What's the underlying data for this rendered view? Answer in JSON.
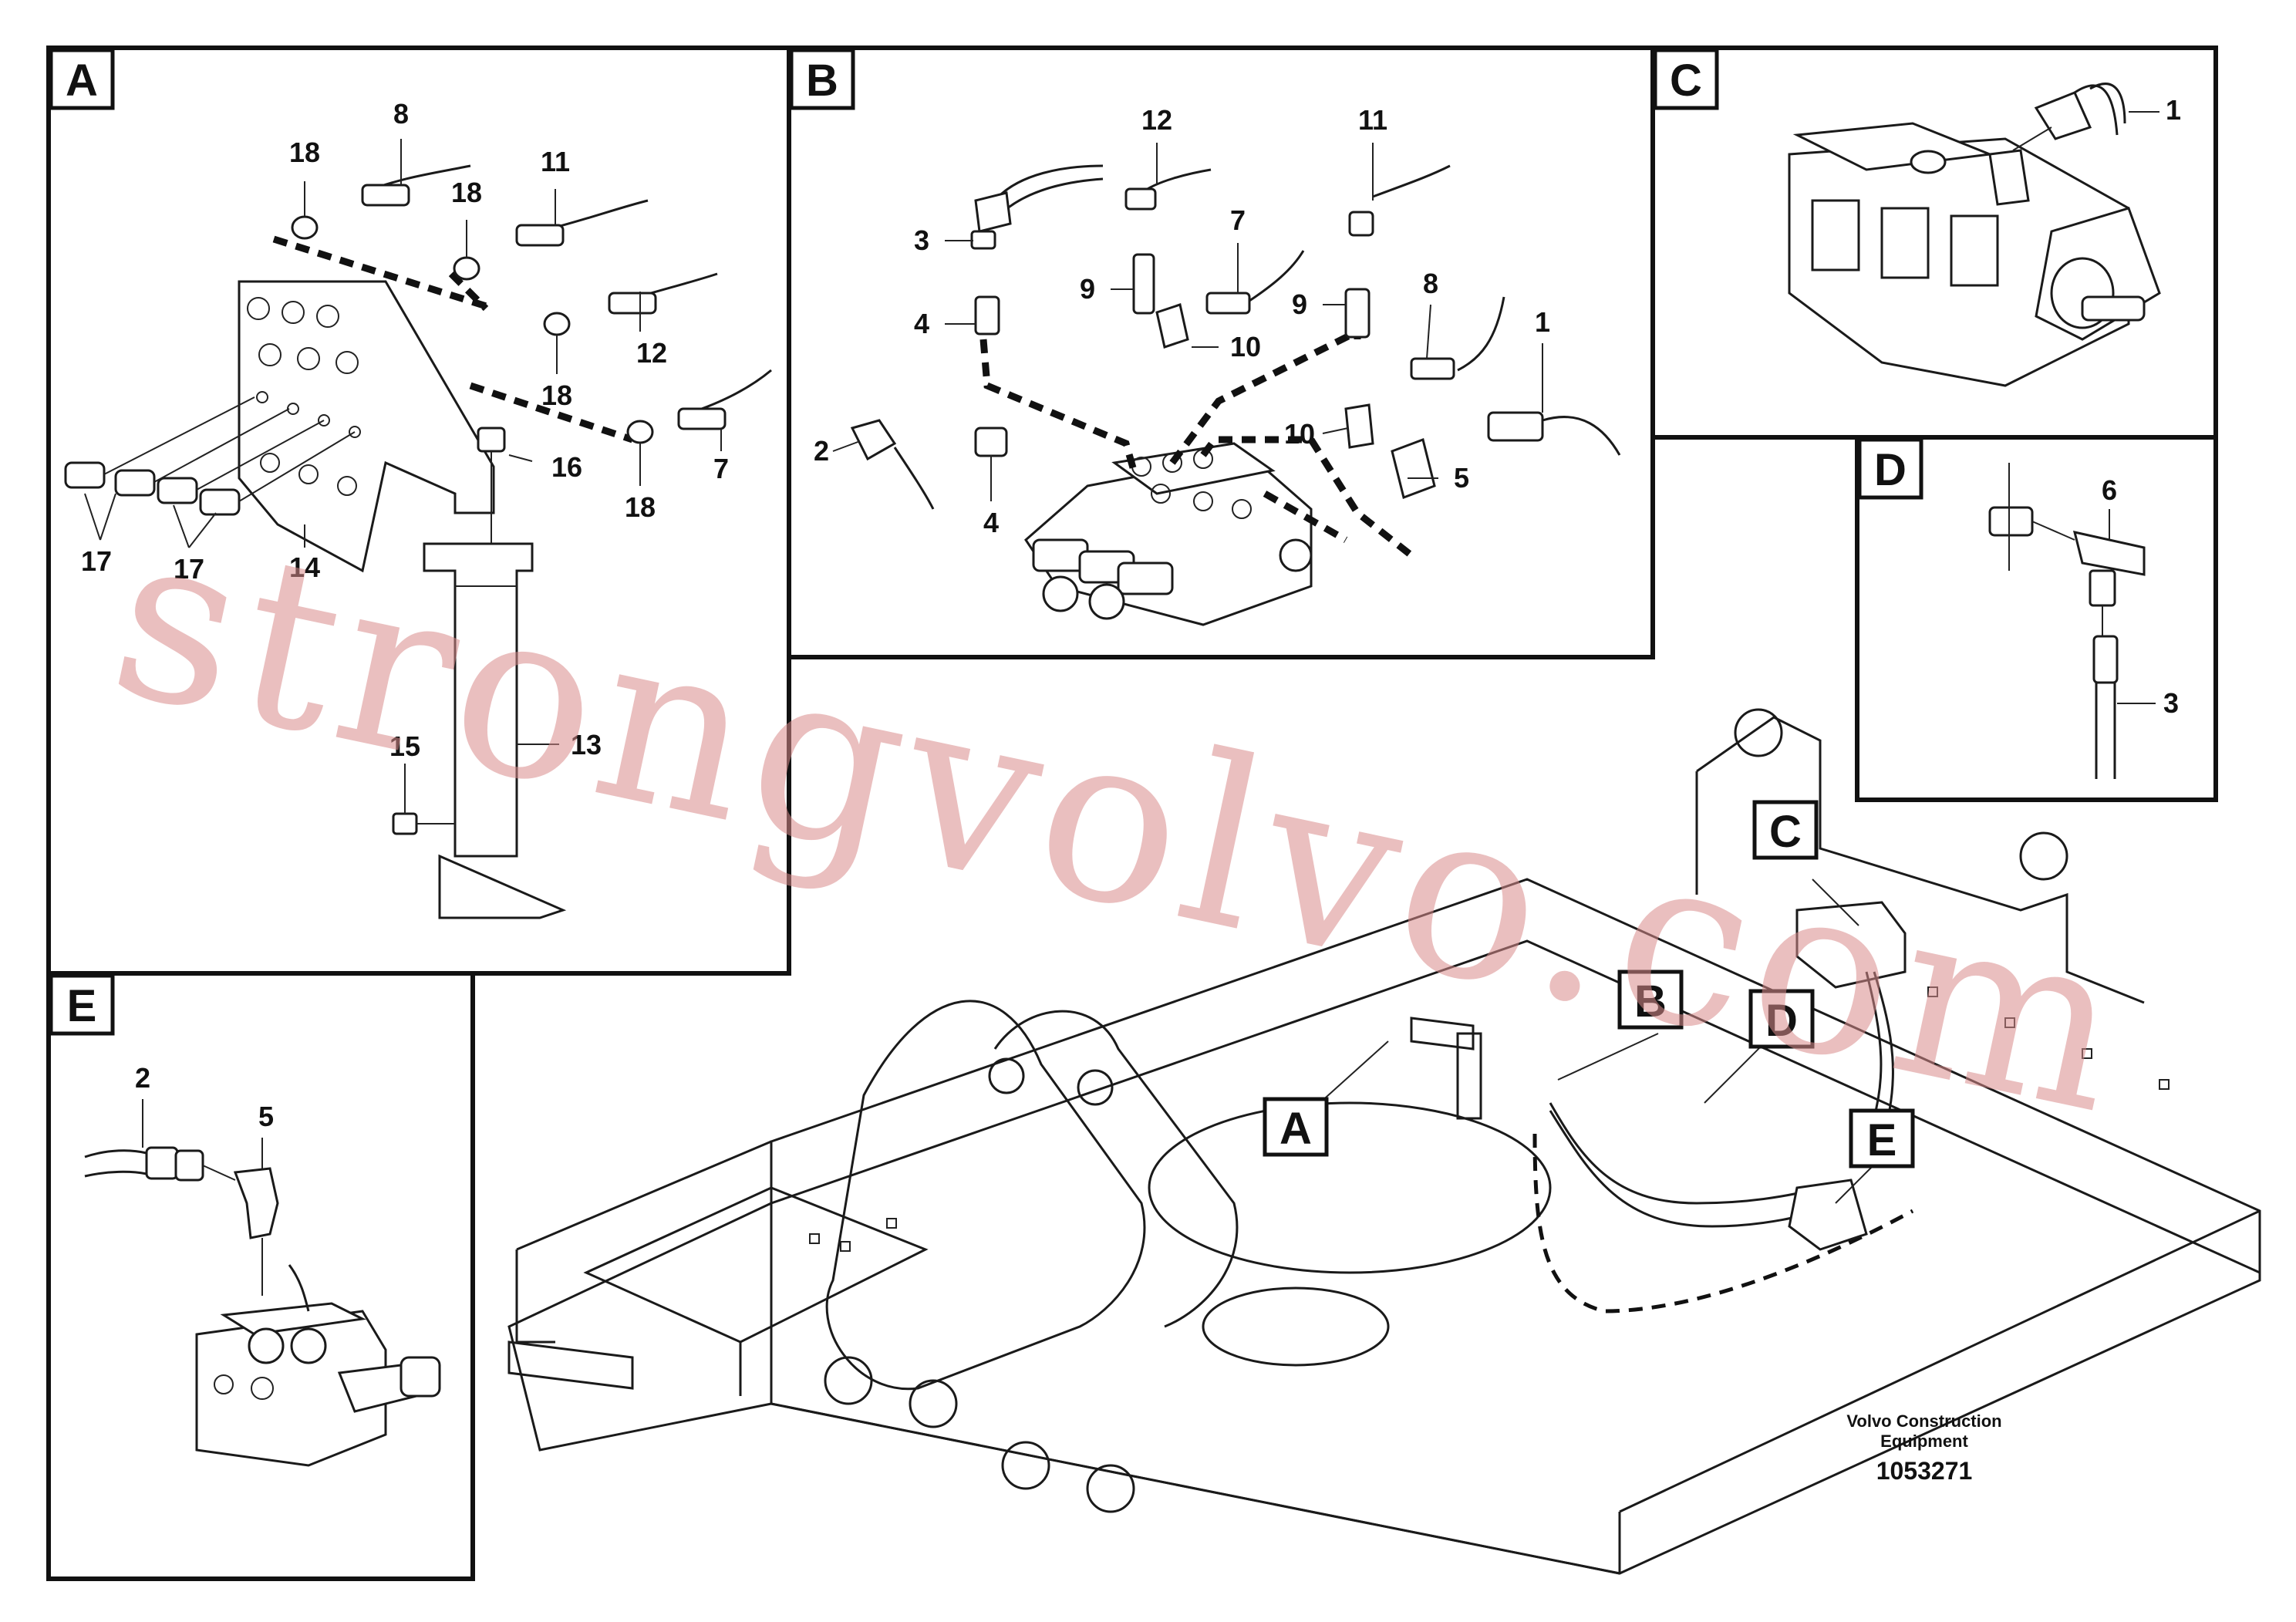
{
  "panels": {
    "A": {
      "letter": "A",
      "callouts": [
        "18",
        "8",
        "18",
        "11",
        "12",
        "18",
        "16",
        "18",
        "7",
        "17",
        "17",
        "14",
        "13",
        "15"
      ]
    },
    "B": {
      "letter": "B",
      "callouts": [
        "12",
        "11",
        "3",
        "7",
        "9",
        "9",
        "4",
        "8",
        "1",
        "10",
        "2",
        "10",
        "5",
        "4"
      ]
    },
    "C": {
      "letter": "C",
      "callouts": [
        "1"
      ]
    },
    "D": {
      "letter": "D",
      "callouts": [
        "6",
        "3"
      ]
    },
    "E": {
      "letter": "E",
      "callouts": [
        "2",
        "5"
      ]
    }
  },
  "overview_labels": [
    "A",
    "B",
    "C",
    "D",
    "E"
  ],
  "watermark": "strongvolvo.com",
  "reference": {
    "line1": "Volvo Construction",
    "line2": "Equipment",
    "number": "1053271"
  },
  "colors": {
    "line": "#1a1a1a",
    "watermark": "#d98c8c",
    "background": "#ffffff"
  }
}
